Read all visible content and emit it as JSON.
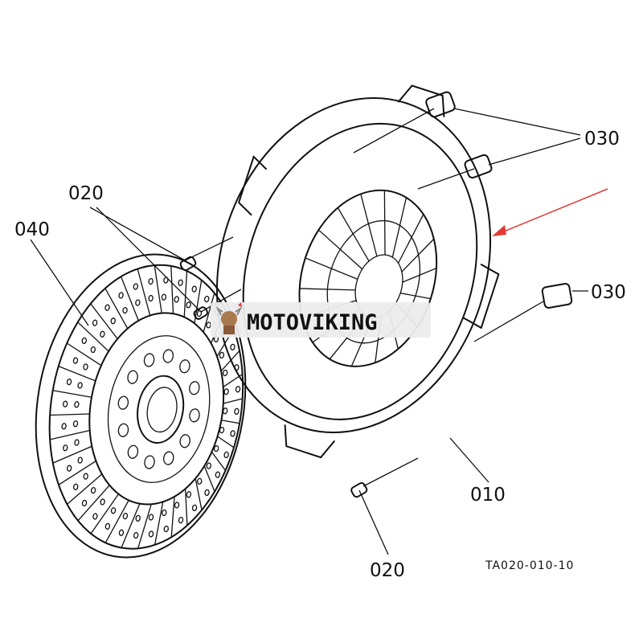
{
  "diagram": {
    "labels": {
      "bolt_top": "030",
      "bolt_right": "030",
      "pin_top": "020",
      "pin_bottom": "020",
      "disc": "040",
      "cover": "010"
    },
    "drawing_code": "TA020-010-10",
    "watermark": "MOTOVIKING",
    "arrow_color": "#e53935"
  }
}
